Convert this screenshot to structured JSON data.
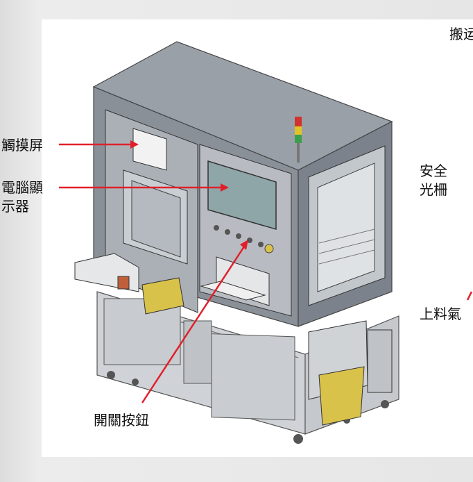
{
  "labels": {
    "top_right": "搬运",
    "touch_screen": "觸摸屏",
    "monitor_line1": "電腦顯",
    "monitor_line2": "示器",
    "safety_line1": "安全",
    "safety_line2": "光柵",
    "loading": "上料氣",
    "switch_button": "開關按鈕"
  },
  "colors": {
    "arrow": "#e0202a",
    "frame": "#7f858f",
    "panel": "#b9bdc3",
    "screen": "#8fa6a8",
    "accent_yellow": "#d9c24a",
    "lamp_red": "#d2322d",
    "lamp_yellow": "#e0c326",
    "lamp_green": "#3aa04a"
  }
}
